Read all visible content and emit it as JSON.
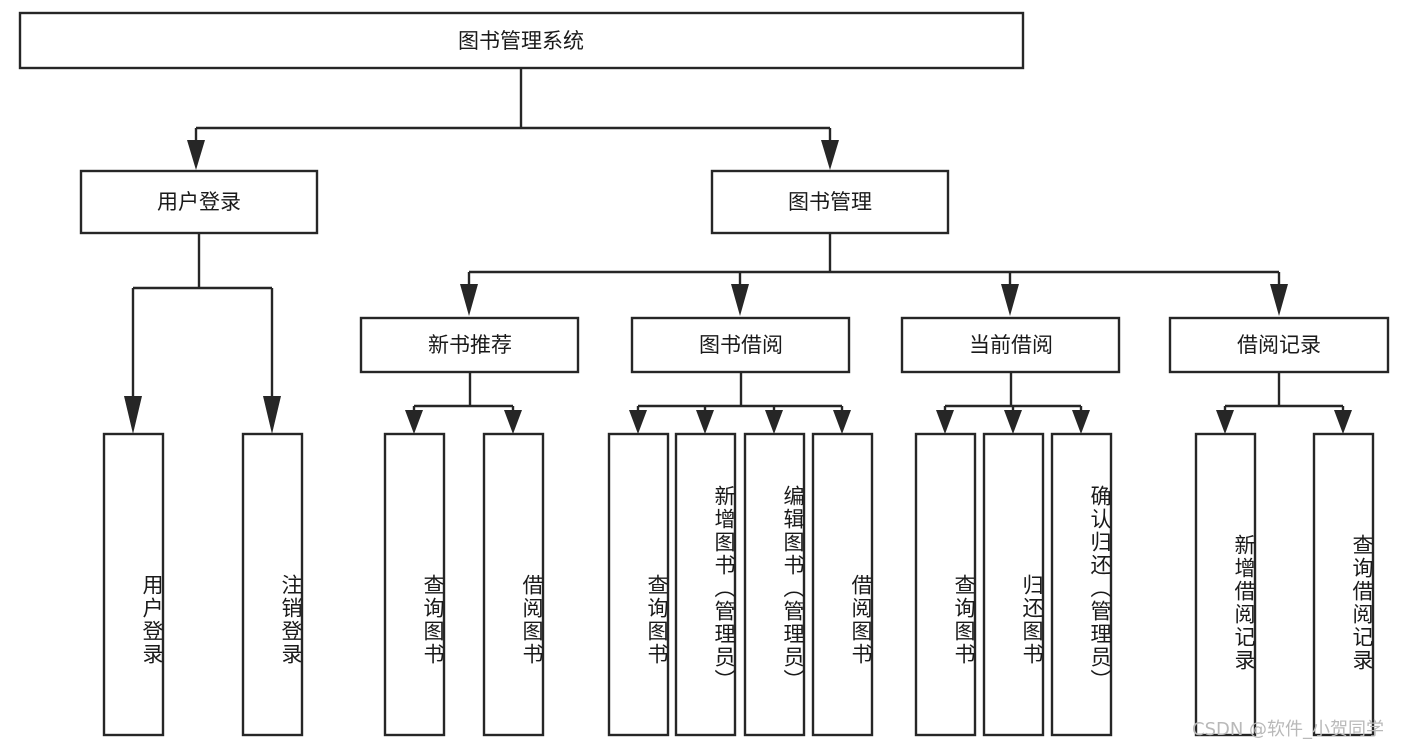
{
  "diagram": {
    "title": "图书管理系统",
    "type": "hierarchy-tree",
    "watermark": "CSDN @软件_小贺同学",
    "colors": {
      "stroke": "#262626",
      "box_fill": "#ffffff",
      "text": "#1a1a1a",
      "background": "#ffffff",
      "watermark": "#b9b9b9"
    },
    "levels": {
      "root": {
        "label": "图书管理系统"
      },
      "level2": [
        {
          "label": "用户登录"
        },
        {
          "label": "图书管理"
        }
      ],
      "level3": [
        {
          "label": "新书推荐",
          "parent": "图书管理"
        },
        {
          "label": "图书借阅",
          "parent": "图书管理"
        },
        {
          "label": "当前借阅",
          "parent": "图书管理"
        },
        {
          "label": "借阅记录",
          "parent": "图书管理"
        }
      ],
      "leaves": [
        {
          "label": "用户登录",
          "parent": "用户登录"
        },
        {
          "label": "注销登录",
          "parent": "用户登录"
        },
        {
          "label": "查询图书",
          "parent": "新书推荐"
        },
        {
          "label": "借阅图书",
          "parent": "新书推荐"
        },
        {
          "label": "查询图书",
          "parent": "图书借阅"
        },
        {
          "label": "新增图书（管理员）",
          "parent": "图书借阅"
        },
        {
          "label": "编辑图书（管理员）",
          "parent": "图书借阅"
        },
        {
          "label": "借阅图书",
          "parent": "图书借阅"
        },
        {
          "label": "查询图书",
          "parent": "当前借阅"
        },
        {
          "label": "归还图书",
          "parent": "当前借阅"
        },
        {
          "label": "确认归还（管理员）",
          "parent": "当前借阅"
        },
        {
          "label": "新增借阅记录",
          "parent": "借阅记录"
        },
        {
          "label": "查询借阅记录",
          "parent": "借阅记录"
        }
      ]
    }
  }
}
